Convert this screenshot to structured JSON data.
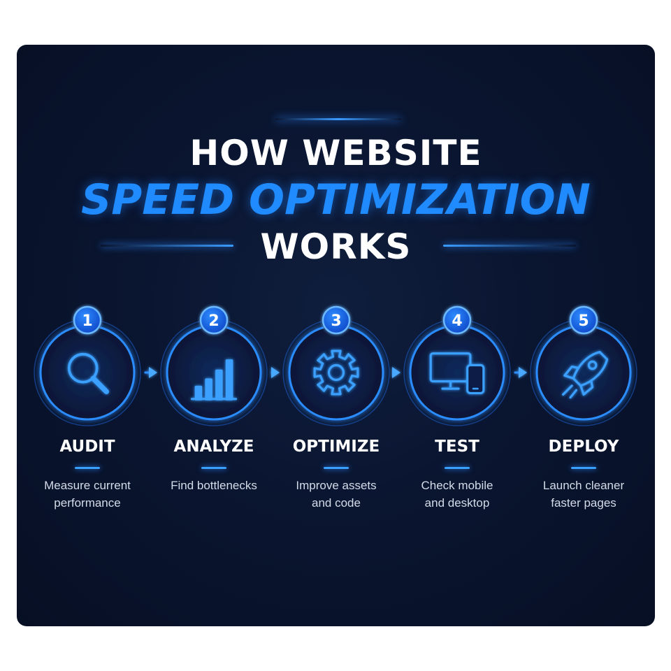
{
  "title": {
    "line1": "HOW WEBSITE",
    "line2": "SPEED OPTIMIZATION",
    "line3": "WORKS"
  },
  "steps": [
    {
      "number": "1",
      "label": "AUDIT",
      "desc_line1": "Measure current",
      "desc_line2": "performance",
      "icon": "magnifier-icon"
    },
    {
      "number": "2",
      "label": "ANALYZE",
      "desc_line1": "Find bottlenecks",
      "desc_line2": "",
      "icon": "bar-chart-icon"
    },
    {
      "number": "3",
      "label": "OPTIMIZE",
      "desc_line1": "Improve assets",
      "desc_line2": "and code",
      "icon": "gear-icon"
    },
    {
      "number": "4",
      "label": "TEST",
      "desc_line1": "Check mobile",
      "desc_line2": "and desktop",
      "icon": "devices-icon"
    },
    {
      "number": "5",
      "label": "DEPLOY",
      "desc_line1": "Launch cleaner",
      "desc_line2": "faster pages",
      "icon": "rocket-icon"
    }
  ],
  "colors": {
    "background": "#0a1530",
    "accent": "#1f8bff",
    "glow": "#3aa0ff",
    "text": "#ffffff"
  }
}
